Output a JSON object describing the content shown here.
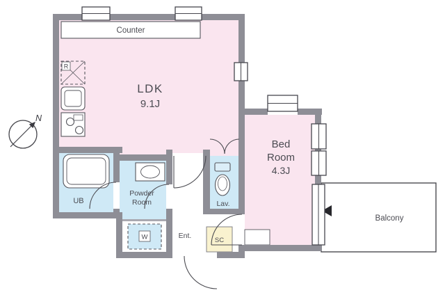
{
  "colors": {
    "wall": "#8e8e96",
    "room_pink": "#fae5ef",
    "room_blue": "#cfe9f6",
    "room_yellow": "#f9f2cf",
    "text": "#4b4b52"
  },
  "compass": {
    "north": "N"
  },
  "rooms": {
    "ldk": {
      "name": "LDK",
      "size": "9.1J"
    },
    "bedroom": {
      "name_line1": "Bed",
      "name_line2": "Room",
      "size": "4.3J"
    },
    "unit_bath": {
      "name": "UB"
    },
    "powder_room": {
      "name_line1": "Powder",
      "name_line2": "Room"
    },
    "lavatory": {
      "name": "Lav."
    },
    "entrance": {
      "name": "Ent."
    },
    "shoe_closet": {
      "name": "SC"
    },
    "balcony": {
      "name": "Balcony"
    }
  },
  "fixtures": {
    "counter": "Counter",
    "washer": "W",
    "refrigerator": "R"
  }
}
